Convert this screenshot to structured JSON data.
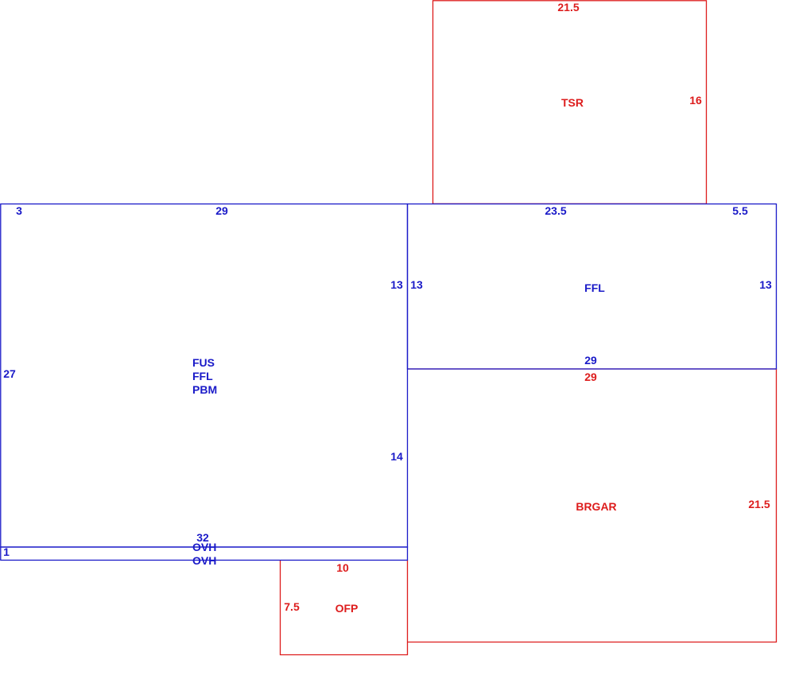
{
  "colors": {
    "living_area": "#1a1ac8",
    "other_area": "#dd1c1c",
    "background": "#ffffff"
  },
  "areas": {
    "tsr": {
      "code": "TSR",
      "dims": {
        "top": "21.5",
        "right": "16"
      }
    },
    "main": {
      "codes": [
        "FUS",
        "FFL",
        "PBM"
      ],
      "dims": {
        "top_left": "3",
        "top": "29",
        "left": "27",
        "right_upper": "13",
        "right_lower": "14"
      }
    },
    "ovh": {
      "codes": [
        "OVH",
        "OVH"
      ],
      "dims": {
        "length": "32",
        "depth": "1"
      }
    },
    "ffl_right": {
      "code": "FFL",
      "dims": {
        "top_left": "23.5",
        "top_right": "5.5",
        "left": "13",
        "right": "13",
        "bottom": "29"
      }
    },
    "brgar": {
      "code": "BRGAR",
      "dims": {
        "top": "29",
        "right": "21.5"
      }
    },
    "ofp": {
      "code": "OFP",
      "dims": {
        "top": "10",
        "left": "7.5"
      }
    }
  }
}
